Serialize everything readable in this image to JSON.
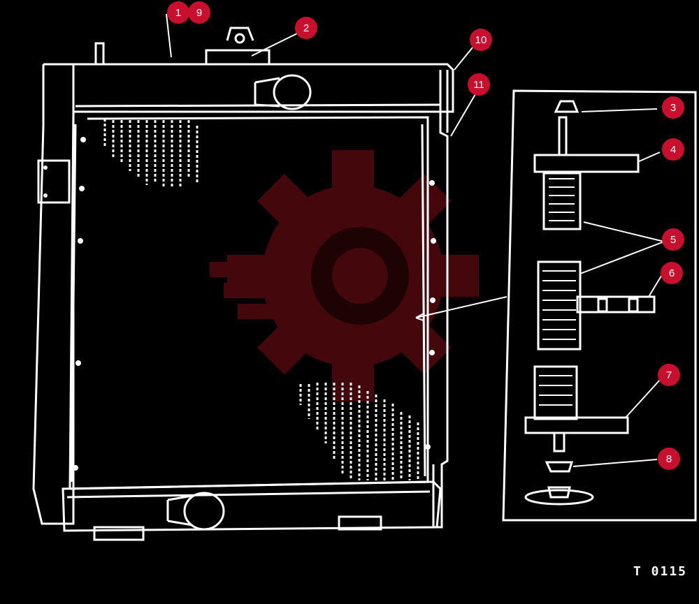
{
  "callouts": {
    "c1": "1",
    "c9": "9",
    "c2": "2",
    "c10": "10",
    "c11": "11",
    "c3": "3",
    "c4": "4",
    "c5": "5",
    "c6": "6",
    "c7": "7",
    "c8": "8"
  },
  "figure_code": "T 0115",
  "colors": {
    "background": "#000000",
    "line": "#ffffff",
    "callout": "#c8102e",
    "watermark": "#5a0a10"
  },
  "watermark_icon": "gear-wrench-icon"
}
